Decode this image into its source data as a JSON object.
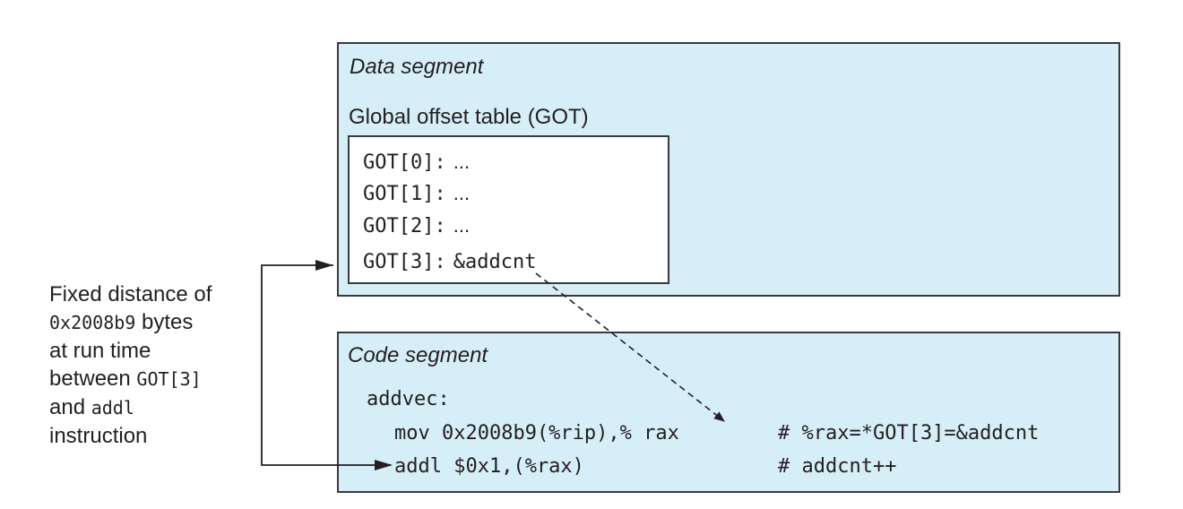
{
  "data_segment": {
    "title": "Data segment",
    "got_label": "Global offset table (GOT)",
    "got_entries": [
      {
        "index": "GOT[0]:",
        "value": "..."
      },
      {
        "index": "GOT[1]:",
        "value": "..."
      },
      {
        "index": "GOT[2]:",
        "value": "..."
      },
      {
        "index": "GOT[3]:",
        "value": "&addcnt"
      }
    ]
  },
  "code_segment": {
    "title": "Code segment",
    "label": "addvec:",
    "instructions": [
      {
        "code": "mov 0x2008b9(%rip),% rax",
        "comment": "# %rax=*GOT[3]=&addcnt"
      },
      {
        "code": "addl $0x1,(%rax)",
        "comment": "# addcnt++"
      }
    ]
  },
  "annotation": {
    "line1": "Fixed distance of",
    "line2_code": "0x2008b9",
    "line2_text": "bytes",
    "line3": "at run time",
    "line4_text": "between",
    "line4_code": "GOT[3]",
    "line5_text": "and",
    "line5_code": "addl",
    "line6": "instruction"
  },
  "colors": {
    "segment_fill": "#d6eef8",
    "border": "#3a3a3a",
    "text": "#231f20"
  }
}
